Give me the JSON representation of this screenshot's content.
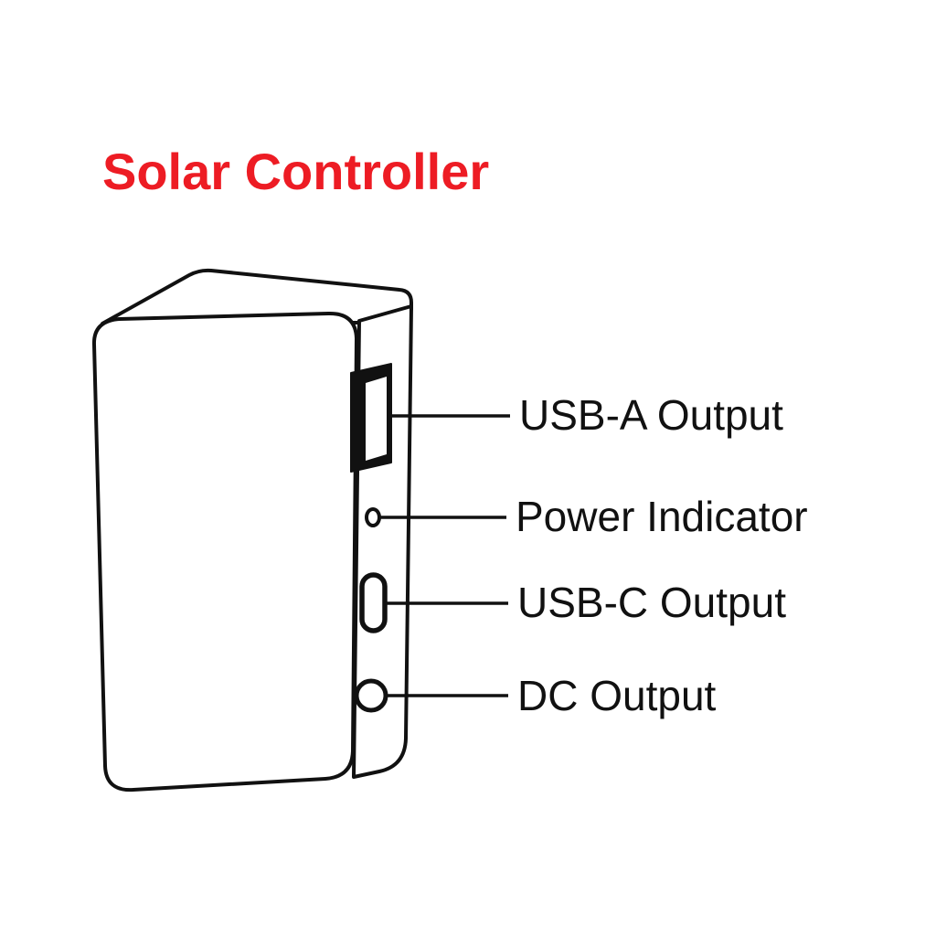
{
  "title": {
    "text": "Solar Controller"
  },
  "device": {
    "name": "solar-controller"
  },
  "callouts": [
    {
      "part": "usb-a-port",
      "label": "USB-A Output"
    },
    {
      "part": "power-indicator-led",
      "label": "Power Indicator"
    },
    {
      "part": "usb-c-port",
      "label": "USB-C Output"
    },
    {
      "part": "dc-output-jack",
      "label": "DC Output"
    }
  ],
  "colors": {
    "title_red": "#ed1c24",
    "line_black": "#111111",
    "background": "#ffffff"
  }
}
